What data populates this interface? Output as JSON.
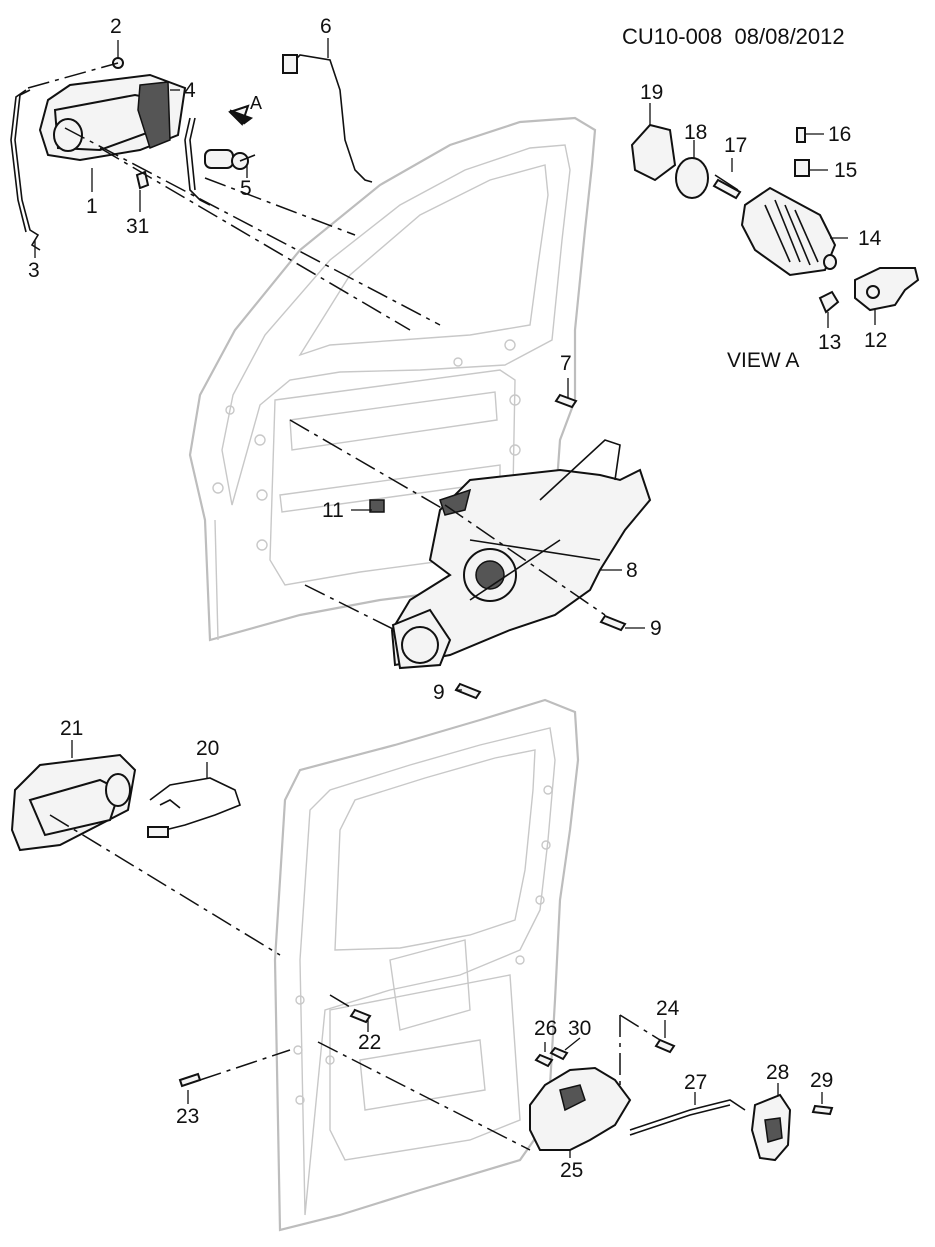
{
  "header": {
    "ref_code": "CU10-008",
    "date": "08/08/2012"
  },
  "view_label": "VIEW A",
  "arrow_label": "A",
  "callouts": {
    "c1": "1",
    "c2": "2",
    "c3": "3",
    "c4": "4",
    "c5": "5",
    "c6": "6",
    "c7": "7",
    "c8": "8",
    "c9a": "9",
    "c9b": "9",
    "c11": "11",
    "c12": "12",
    "c13": "13",
    "c14": "14",
    "c15": "15",
    "c16": "16",
    "c17": "17",
    "c18": "18",
    "c19": "19",
    "c20": "20",
    "c21": "21",
    "c22": "22",
    "c23": "23",
    "c24": "24",
    "c25": "25",
    "c26": "26",
    "c27": "27",
    "c28": "28",
    "c29": "29",
    "c30": "30",
    "c31": "31"
  }
}
